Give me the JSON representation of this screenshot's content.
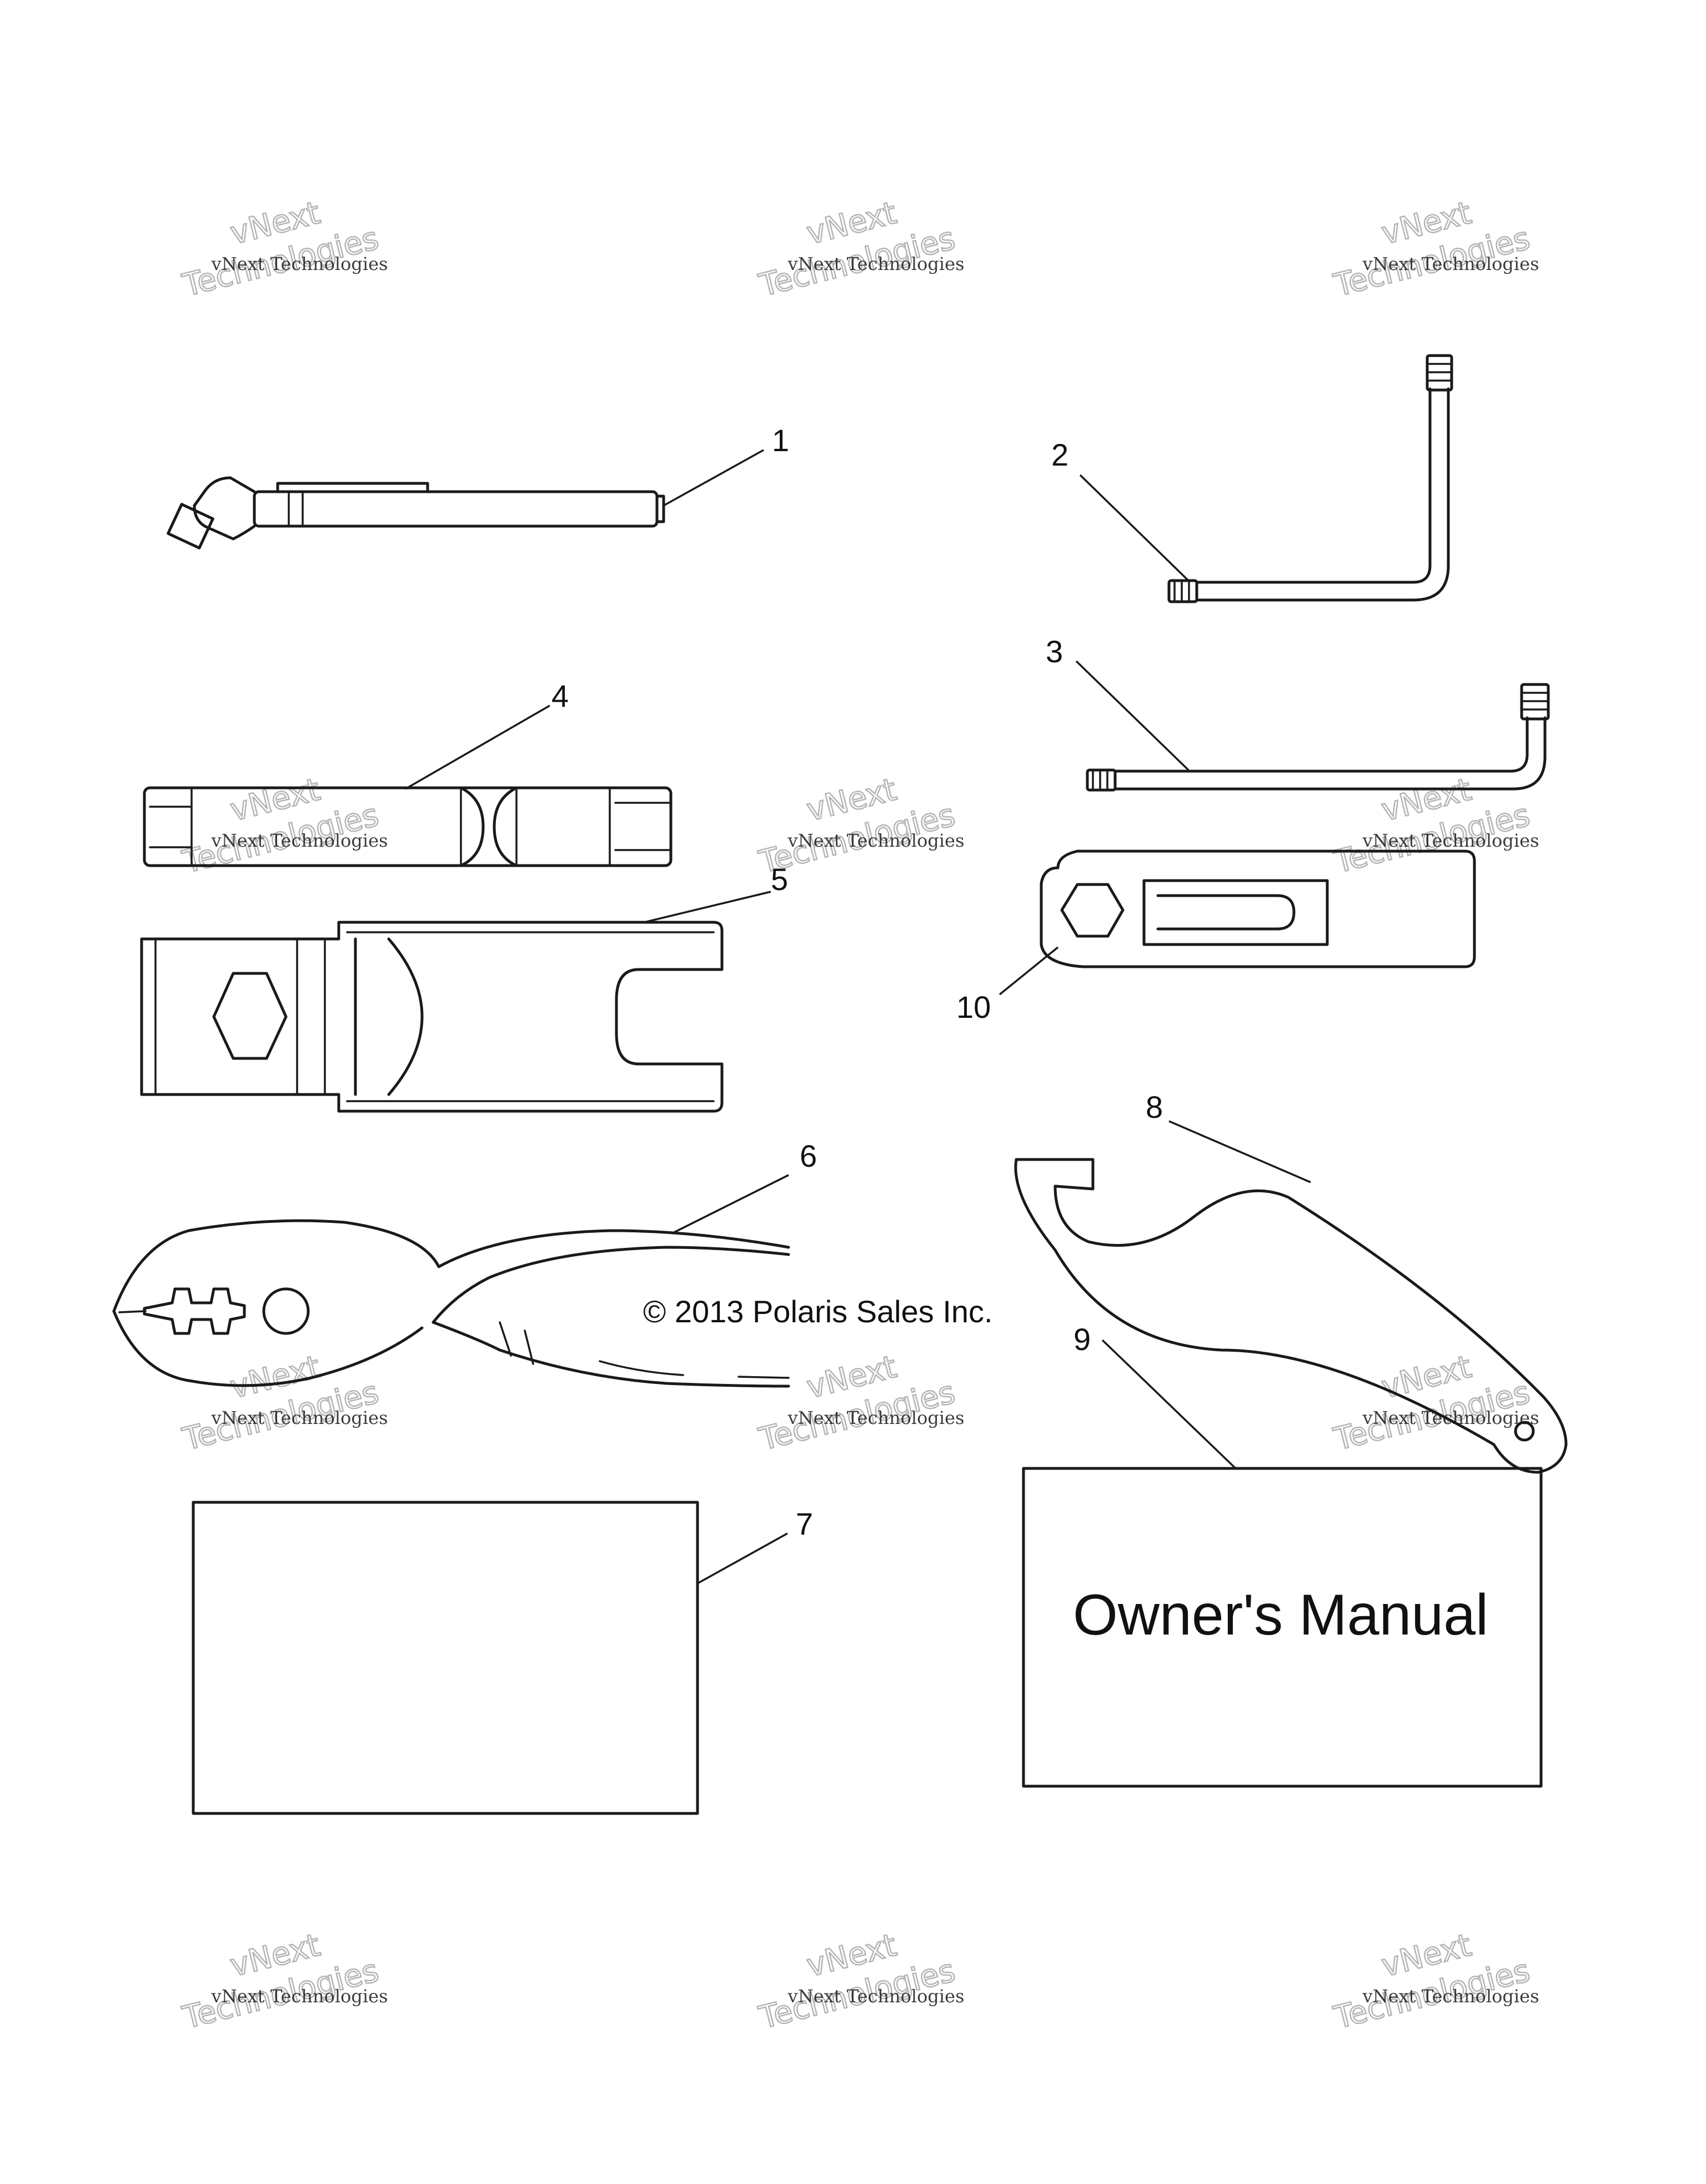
{
  "callouts": [
    "1",
    "2",
    "3",
    "4",
    "5",
    "6",
    "7",
    "8",
    "9",
    "10"
  ],
  "copyright": "© 2013 Polaris Sales Inc.",
  "manual_title": "Owner's Manual",
  "watermark": {
    "line1": "vNext Technologies",
    "outline_top": "vNext",
    "outline_bottom": "Technologies"
  }
}
